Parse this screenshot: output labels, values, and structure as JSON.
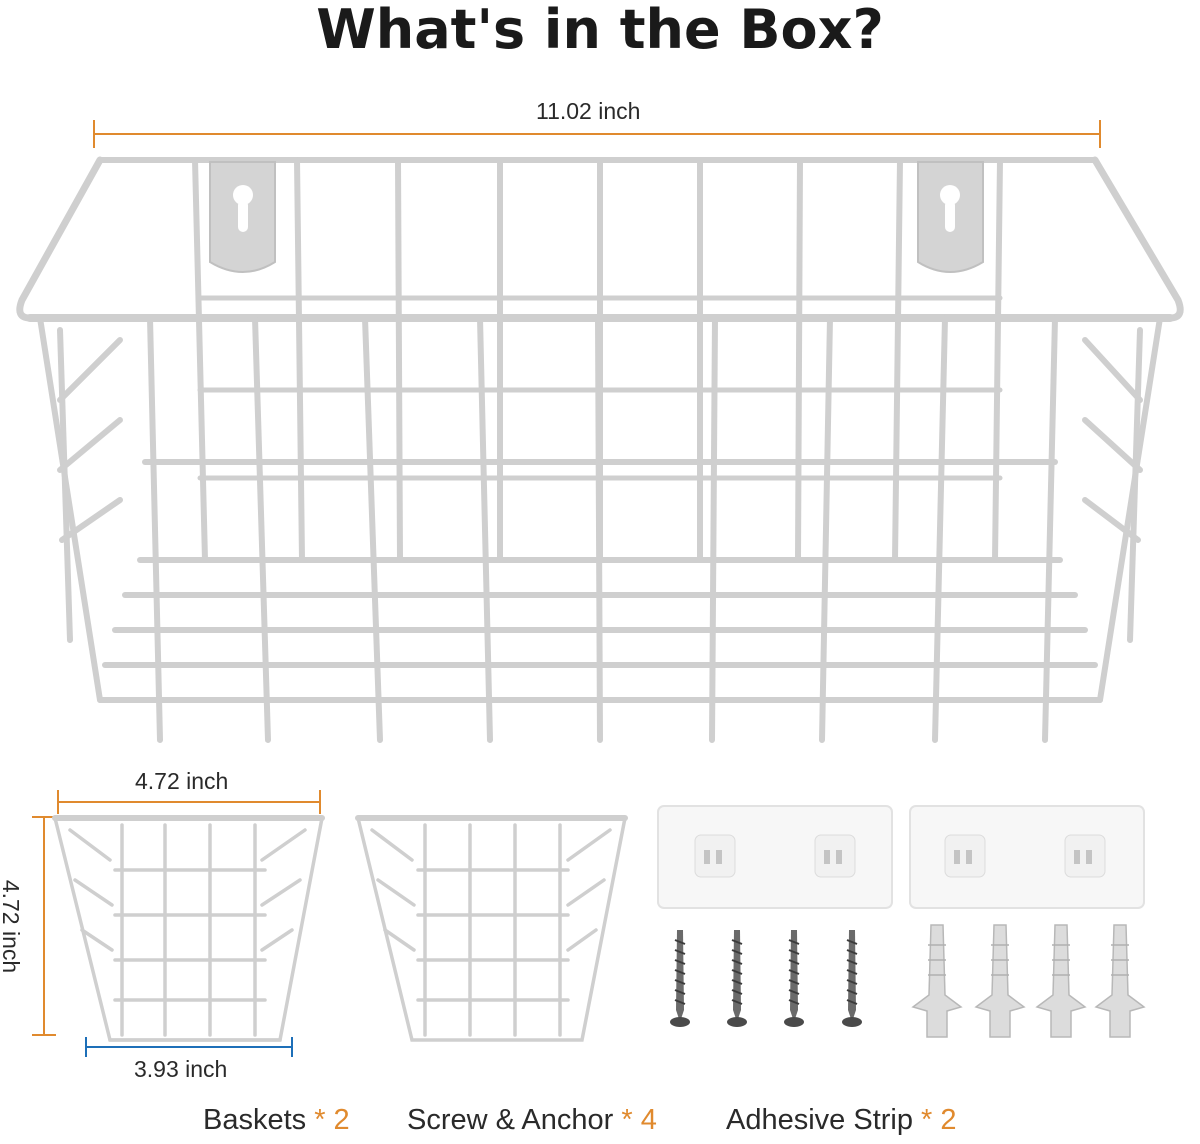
{
  "title": "What's in the Box?",
  "dimensions": {
    "large_width": "11.02 inch",
    "small_width": "4.72 inch",
    "small_height": "4.72 inch",
    "small_bottom": "3.93 inch"
  },
  "captions": {
    "baskets": {
      "label": "Baskets ",
      "qty": "* 2"
    },
    "screws": {
      "label": "Screw & Anchor ",
      "qty": "* 4"
    },
    "adhesive": {
      "label": "Adhesive Strip ",
      "qty": " * 2"
    }
  },
  "colors": {
    "accent": "#e08a2e",
    "wire": "#c9c9c9",
    "text": "#222222"
  },
  "icons": [
    "large-wire-basket",
    "small-wire-basket",
    "adhesive-strip",
    "screw",
    "wall-anchor"
  ]
}
